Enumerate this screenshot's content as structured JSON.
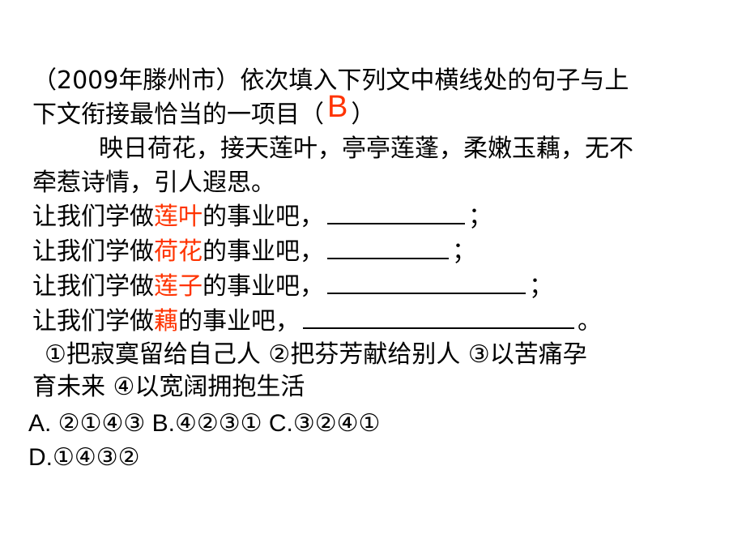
{
  "question": {
    "line1": "（2009年滕州市）依次填入下列文中横线处的句子与上",
    "line2_prefix": "下文衔接最恰当的一项目（",
    "answer": "B",
    "line2_suffix": "）",
    "passage_line1": "映日荷花，接天莲叶，亭亭莲蓬，柔嫩玉藕，无不",
    "passage_line2": "牵惹诗情，引人遐思。"
  },
  "sentences": [
    {
      "prefix": "让我们学做",
      "highlight": "莲叶",
      "suffix": "的事业吧，",
      "end": "；"
    },
    {
      "prefix": "让我们学做",
      "highlight": "荷花",
      "suffix": "的事业吧，",
      "end": "；"
    },
    {
      "prefix": "让我们学做",
      "highlight": "莲子",
      "suffix": "的事业吧，",
      "end": "；"
    },
    {
      "prefix": "让我们学做",
      "highlight": "藕",
      "suffix": "的事业吧，",
      "end": "。"
    }
  ],
  "options_text": {
    "line1": "①把寂寞留给自己人  ②把芬芳献给别人  ③以苦痛孕",
    "line2": "育未来   ④以宽阔拥抱生活"
  },
  "choices": {
    "row1": "A. ②①④③   B.④②③①   C.③②④①",
    "row2": "D.①④③②"
  },
  "colors": {
    "highlight": "#ff3300",
    "text": "#000000"
  }
}
